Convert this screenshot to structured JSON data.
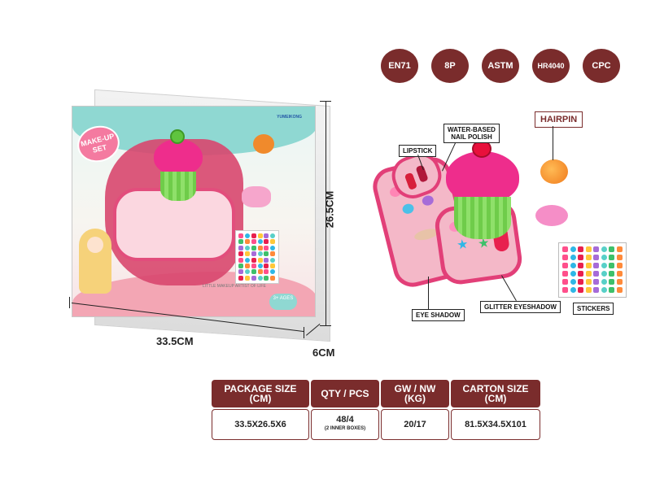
{
  "box": {
    "logo_line1": "MAKE-UP",
    "logo_line2": "SET",
    "brand": "YUMEIKONG",
    "caption": "LITTLE MAKEUP ARTIST OF LIFE",
    "age": "3+ AGES"
  },
  "dimensions": {
    "width": "33.5CM",
    "height": "26.5CM",
    "depth": "6CM"
  },
  "certifications": [
    "EN71",
    "8P",
    "ASTM",
    "HR4040",
    "CPC"
  ],
  "components": {
    "lipstick": "LIPSTICK",
    "nail_polish_line1": "WATER-BASED",
    "nail_polish_line2": "NAIL POLISH",
    "hairpin": "HAIRPIN",
    "eye_shadow": "EYE SHADOW",
    "glitter_eyeshadow": "GLITTER EYESHADOW",
    "stickers": "STICKERS"
  },
  "spec_table": {
    "headers": [
      {
        "line1": "PACKAGE SIZE",
        "line2": "(CM)"
      },
      {
        "line1": "QTY / PCS",
        "line2": ""
      },
      {
        "line1": "GW / NW",
        "line2": "(KG)"
      },
      {
        "line1": "CARTON SIZE",
        "line2": "(CM)"
      }
    ],
    "values": [
      {
        "main": "33.5X26.5X6",
        "sub": ""
      },
      {
        "main": "48/4",
        "sub": "(2 INNER BOXES)"
      },
      {
        "main": "20/17",
        "sub": ""
      },
      {
        "main": "81.5X34.5X101",
        "sub": ""
      }
    ]
  },
  "colors": {
    "brand_dark": "#7a2c2c",
    "cupcake_pink": "#ee2d8c",
    "cup_green": "#6fcc4a",
    "palette_border": "#e23f78"
  }
}
